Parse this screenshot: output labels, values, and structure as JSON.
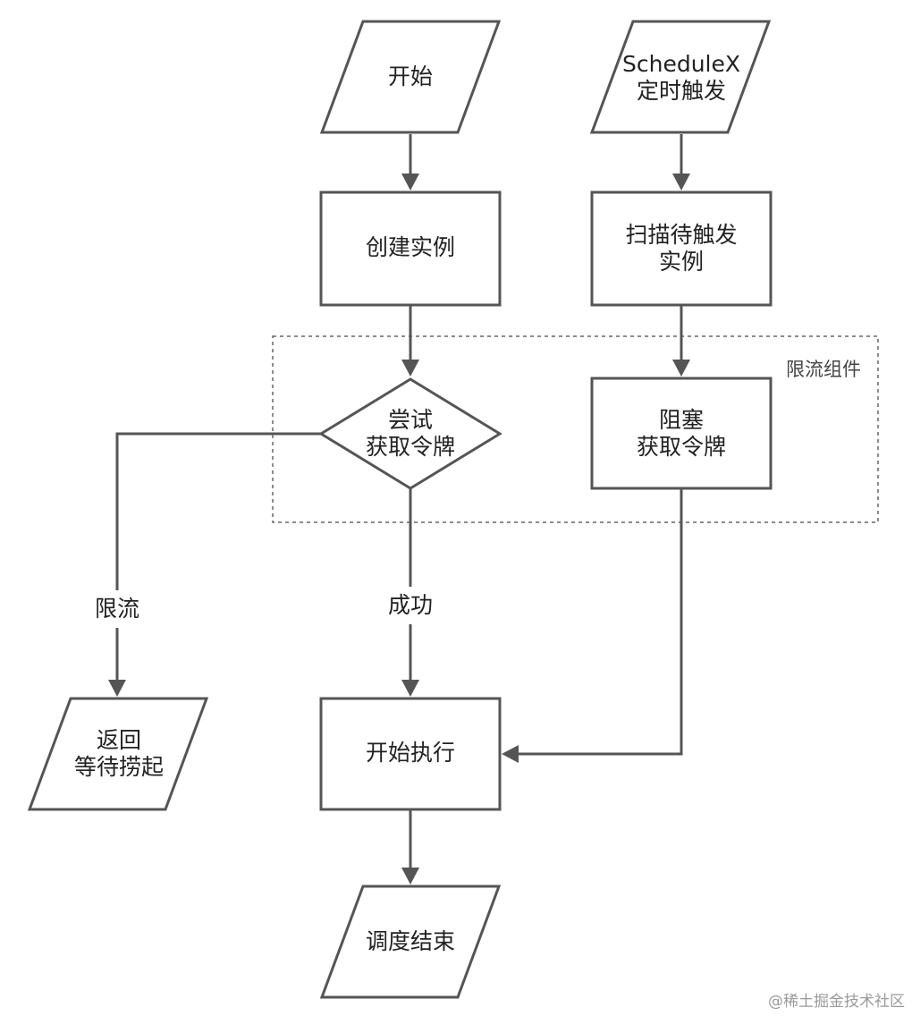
{
  "group": {
    "label": "限流组件"
  },
  "nodes": {
    "start": {
      "lines": [
        "开始"
      ]
    },
    "schedulex_trigger": {
      "lines": [
        "ScheduleX",
        "定时触发"
      ]
    },
    "create_instance": {
      "lines": [
        "创建实例"
      ]
    },
    "scan_pending": {
      "lines": [
        "扫描待触发",
        "实例"
      ]
    },
    "try_acquire_token": {
      "lines": [
        "尝试",
        "获取令牌"
      ]
    },
    "block_acquire_token": {
      "lines": [
        "阻塞",
        "获取令牌"
      ]
    },
    "return_wait": {
      "lines": [
        "返回",
        "等待捞起"
      ]
    },
    "start_execution": {
      "lines": [
        "开始执行"
      ]
    },
    "schedule_end": {
      "lines": [
        "调度结束"
      ]
    }
  },
  "edges": {
    "rate_limited": {
      "label": "限流"
    },
    "success": {
      "label": "成功"
    }
  },
  "colors": {
    "stroke": "#555555",
    "group_border": "#666666",
    "text": "#222222"
  },
  "watermark": "@稀土掘金技术社区"
}
